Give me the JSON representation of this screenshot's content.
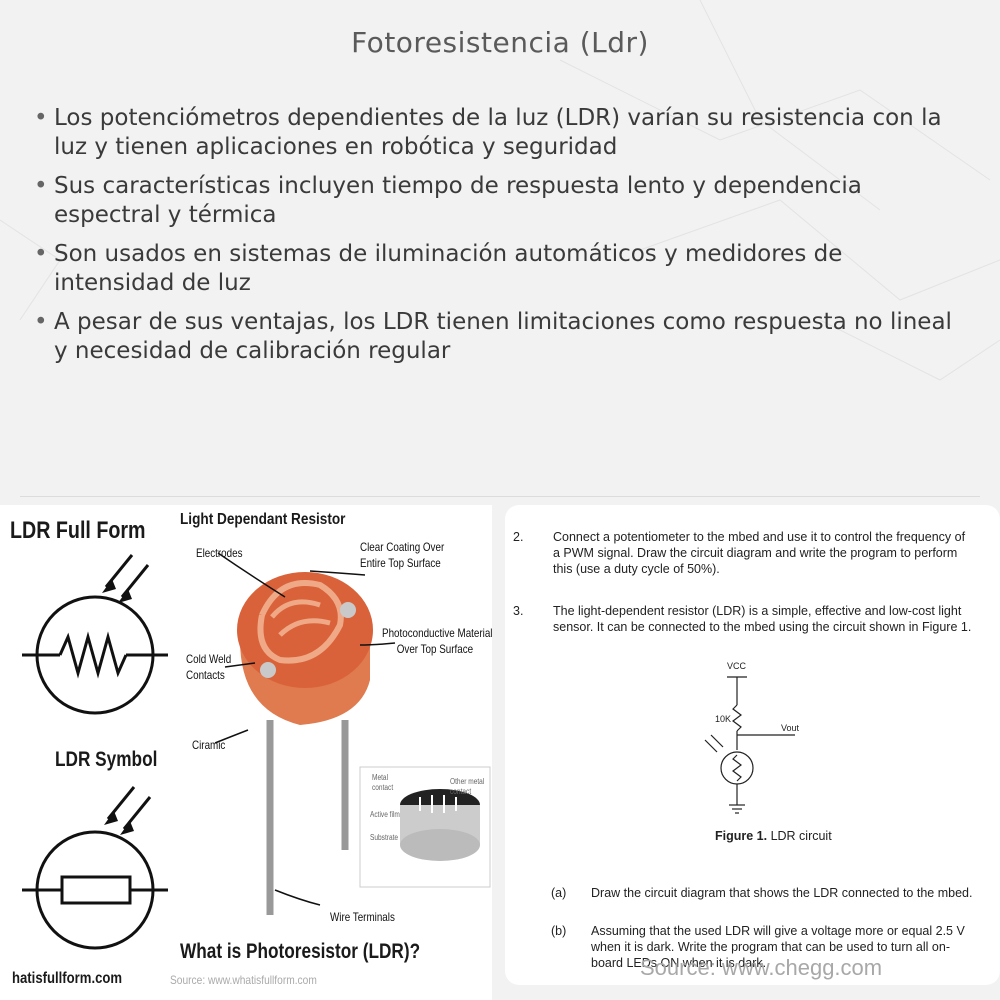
{
  "title": "Fotoresistencia (Ldr)",
  "bullets": [
    "Los potenciómetros dependientes de la luz (LDR) varían su resistencia con la luz y tienen aplicaciones en robótica y seguridad",
    "Sus características incluyen tiempo de respuesta lento y dependencia espectral y térmica",
    "Son usados en sistemas de iluminación automáticos y medidores de intensidad de luz",
    "A pesar de sus ventajas, los LDR tienen limitaciones como respuesta no lineal y necesidad de calibración regular"
  ],
  "left_image": {
    "heading": "LDR Full Form",
    "symbol_label": "LDR Symbol",
    "site": "hatisfullform.com",
    "diagram_title": "Light Dependant Resistor",
    "labels": {
      "electrodes": "Electrodes",
      "clear_coating_1": "Clear Coating Over",
      "clear_coating_2": "Entire Top Surface",
      "cold_weld_1": "Cold Weld",
      "cold_weld_2": "Contacts",
      "photoconductive_1": "Photoconductive Material",
      "photoconductive_2": "Over Top Surface",
      "ceramic": "Ciramic",
      "wire_terminals": "Wire Terminals",
      "metal_contact_1": "Metal",
      "metal_contact_2": "contact",
      "other_metal_1": "Other metal",
      "other_metal_2": "contact",
      "active_film": "Active film",
      "substrate": "Substrate"
    },
    "what_is": "What is Photoresistor (LDR)?",
    "source": "Source: www.whatisfullform.com"
  },
  "right_image": {
    "questions": [
      {
        "num": "2.",
        "text": "Connect a potentiometer to the mbed and use it to control the frequency of a PWM signal. Draw the circuit diagram and write the program to perform this (use a duty cycle of 50%)."
      },
      {
        "num": "3.",
        "text": "The light-dependent resistor (LDR) is a simple, effective and low-cost light sensor. It can be connected to the mbed using the circuit shown in Figure 1."
      }
    ],
    "circuit": {
      "vcc": "VCC",
      "resistor": "10K",
      "vout": "Vout"
    },
    "caption_bold": "Figure 1.",
    "caption_text": " LDR circuit",
    "subquestions": [
      {
        "num": "(a)",
        "text": "Draw the circuit diagram that shows the LDR connected to the mbed."
      },
      {
        "num": "(b)",
        "text": "Assuming that the used LDR will give a voltage more or equal 2.5 V when it is dark. Write the program that can be used to turn all on-board LEDs ON when it is dark."
      }
    ],
    "source": "Source: www.chegg.com"
  },
  "colors": {
    "ldr_body": "#e07a4f",
    "ldr_top": "#d9623a",
    "ldr_trace": "#f0a987",
    "background": "#f2f2f2"
  }
}
